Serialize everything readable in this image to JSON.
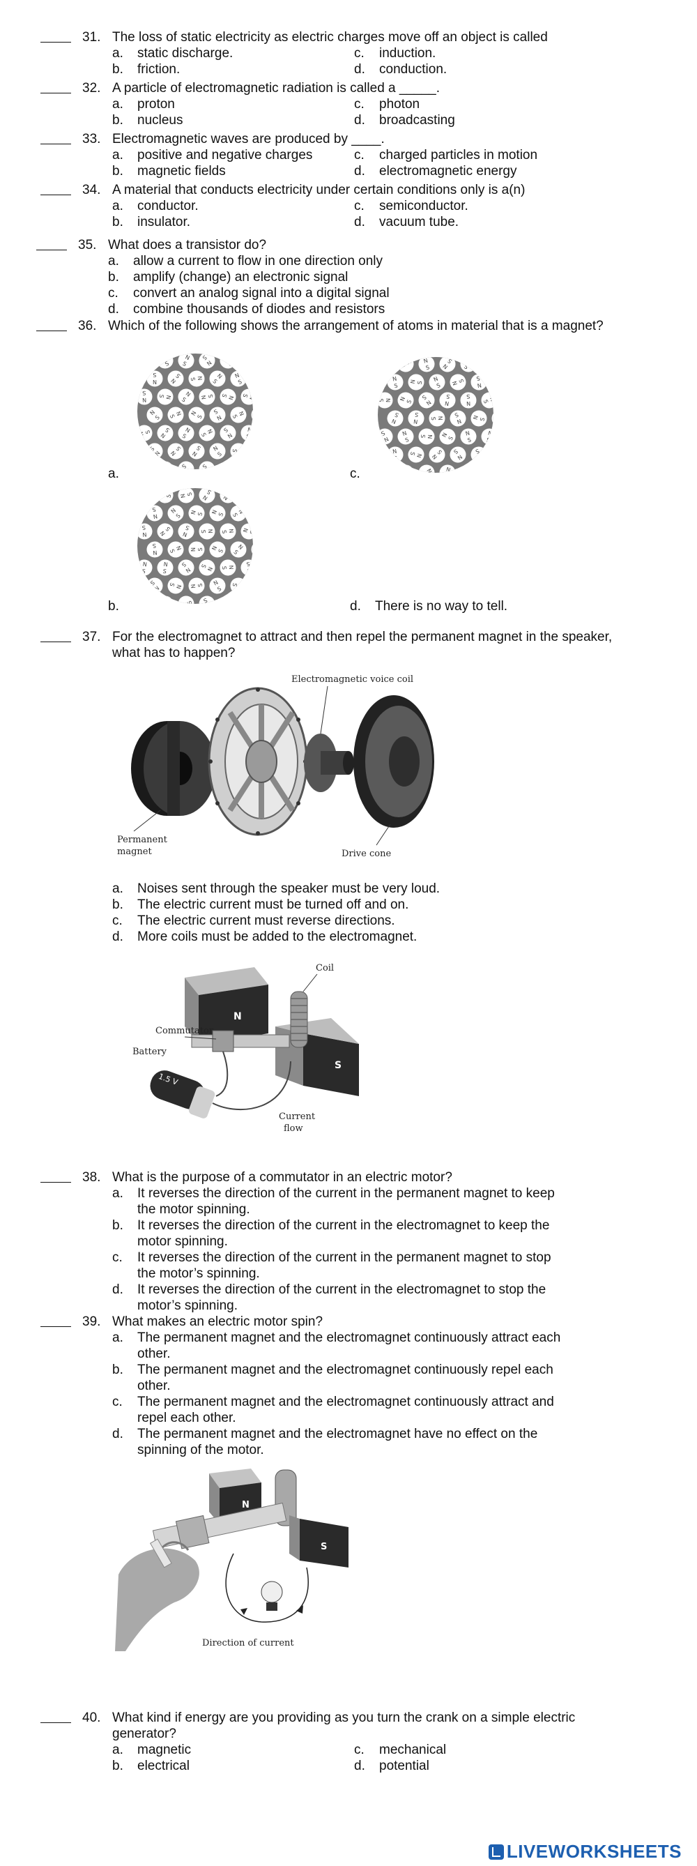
{
  "questions": [
    {
      "num": "31.",
      "stem": "The loss of static electricity as electric charges move off an object is called",
      "options": [
        {
          "l": "a.",
          "t": "static discharge."
        },
        {
          "l": "b.",
          "t": "friction."
        },
        {
          "l": "c.",
          "t": "induction."
        },
        {
          "l": "d.",
          "t": "conduction."
        }
      ]
    },
    {
      "num": "32.",
      "stem": "A particle of electromagnetic radiation is called a _____.",
      "options": [
        {
          "l": "a.",
          "t": "proton"
        },
        {
          "l": "b.",
          "t": "nucleus"
        },
        {
          "l": "c.",
          "t": "photon"
        },
        {
          "l": "d.",
          "t": "broadcasting"
        }
      ]
    },
    {
      "num": "33.",
      "stem": "Electromagnetic waves are produced by ____.",
      "options": [
        {
          "l": "a.",
          "t": "positive and negative charges"
        },
        {
          "l": "b.",
          "t": "magnetic fields"
        },
        {
          "l": "c.",
          "t": "charged particles in motion"
        },
        {
          "l": "d.",
          "t": "electromagnetic energy"
        }
      ]
    },
    {
      "num": "34.",
      "stem": "A material that conducts electricity under certain conditions only is a(n)",
      "options": [
        {
          "l": "a.",
          "t": "conductor."
        },
        {
          "l": "b.",
          "t": "insulator."
        },
        {
          "l": "c.",
          "t": "semiconductor."
        },
        {
          "l": "d.",
          "t": "vacuum tube."
        }
      ]
    },
    {
      "num": "35.",
      "stem": "What does a transistor do?",
      "options": [
        {
          "l": "a.",
          "t": "allow a current to flow in one direction only"
        },
        {
          "l": "b.",
          "t": "amplify (change) an electronic signal"
        },
        {
          "l": "c.",
          "t": "convert an analog signal into a digital signal"
        },
        {
          "l": "d.",
          "t": "combine thousands of diodes and resistors"
        }
      ]
    },
    {
      "num": "36.",
      "stem": "Which of the following shows the arrangement of atoms in material that is a magnet?",
      "options": [
        {
          "l": "a.",
          "t": ""
        },
        {
          "l": "c.",
          "t": ""
        },
        {
          "l": "b.",
          "t": ""
        },
        {
          "l": "d.",
          "t": "There is no way to tell."
        }
      ]
    },
    {
      "num": "37.",
      "stem": "For the electromagnet to attract and then repel the permanent magnet in the speaker,",
      "stem2": "what has to happen?",
      "options": [
        {
          "l": "a.",
          "t": "Noises sent through the speaker must be very loud."
        },
        {
          "l": "b.",
          "t": "The electric current must be turned off and on."
        },
        {
          "l": "c.",
          "t": "The electric current must reverse directions."
        },
        {
          "l": "d.",
          "t": "More coils must be added to the electromagnet."
        }
      ]
    },
    {
      "num": "38.",
      "stem": "What is the purpose of a commutator in an electric motor?",
      "options": [
        {
          "l": "a.",
          "t": "It reverses the direction of the current in the permanent magnet to keep",
          "t2": "the motor spinning."
        },
        {
          "l": "b.",
          "t": "It reverses the direction of the current in the electromagnet to keep the",
          "t2": "motor spinning."
        },
        {
          "l": "c.",
          "t": "It reverses the direction of the current in the permanent magnet to stop",
          "t2": "the motor’s spinning."
        },
        {
          "l": "d.",
          "t": "It reverses the direction of the current in the electromagnet to stop the",
          "t2": "motor’s spinning."
        }
      ]
    },
    {
      "num": "39.",
      "stem": "What makes an electric motor spin?",
      "options": [
        {
          "l": "a.",
          "t": "The permanent magnet and the electromagnet continuously attract each",
          "t2": "other."
        },
        {
          "l": "b.",
          "t": "The permanent magnet and the electromagnet continuously repel each",
          "t2": "other."
        },
        {
          "l": "c.",
          "t": "The permanent magnet and the electromagnet continuously attract and",
          "t2": "repel each other."
        },
        {
          "l": "d.",
          "t": "The permanent magnet and the electromagnet have no effect on the",
          "t2": "spinning of the motor."
        }
      ]
    },
    {
      "num": "40.",
      "stem": "What kind if energy are you providing as you turn the crank on a simple electric",
      "stem2": "generator?",
      "options": [
        {
          "l": "a.",
          "t": "magnetic"
        },
        {
          "l": "b.",
          "t": "electrical"
        },
        {
          "l": "c.",
          "t": "mechanical"
        },
        {
          "l": "d.",
          "t": "potential"
        }
      ]
    }
  ],
  "figures": {
    "speaker": {
      "coil_label": "Electromagnetic voice coil",
      "magnet_label_1": "Permanent",
      "magnet_label_2": "magnet",
      "cone_label": "Drive cone"
    },
    "motor": {
      "coil_label": "Coil",
      "commutator_label": "Commutator",
      "battery_label": "Battery",
      "battery_text": "1.5 V",
      "current_label_1": "Current",
      "current_label_2": "flow",
      "n_pole": "N",
      "s_pole": "S"
    },
    "generator": {
      "direction_label": "Direction of current",
      "n_pole": "N",
      "s_pole": "S"
    },
    "magnet_letters": {
      "n": "N",
      "s": "S"
    }
  },
  "footer": {
    "logo": "LIVEWORKSHEETS"
  }
}
